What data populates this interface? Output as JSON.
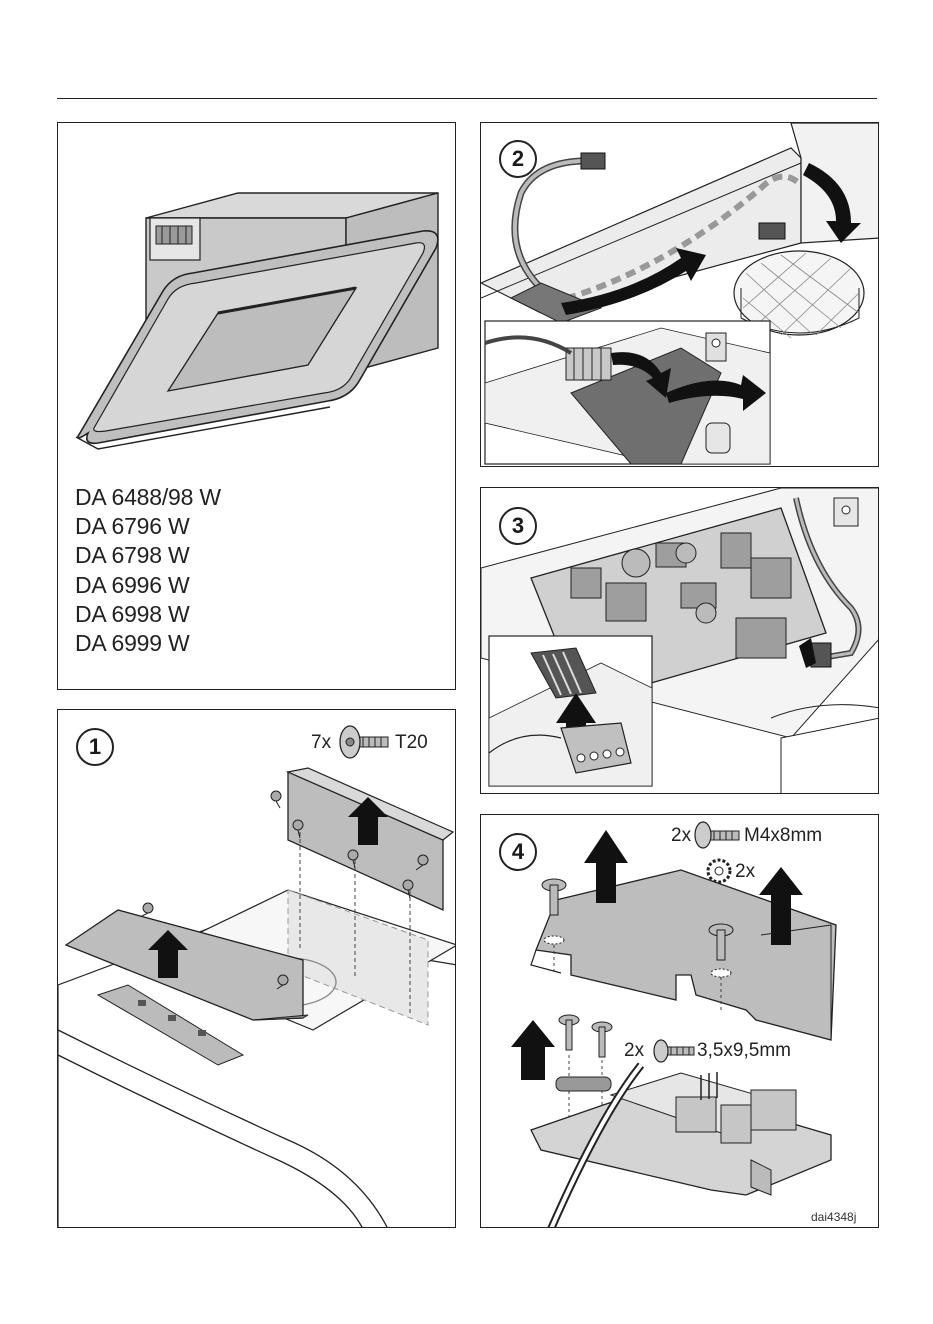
{
  "overview": {
    "models": [
      "DA 6488/98 W",
      "DA 6796 W",
      "DA 6798 W",
      "DA 6996 W",
      "DA 6998 W",
      "DA 6999 W"
    ]
  },
  "step1": {
    "number": "1",
    "screw_count": "7x",
    "screw_drive": "T20"
  },
  "step2": {
    "number": "2"
  },
  "step3": {
    "number": "3"
  },
  "step4": {
    "number": "4",
    "screw_a_count": "2x",
    "screw_a_size": "M4x8mm",
    "washer_count": "2x",
    "screw_b_count": "2x",
    "screw_b_size": "3,5x9,5mm",
    "figure_code": "dai4348j"
  }
}
